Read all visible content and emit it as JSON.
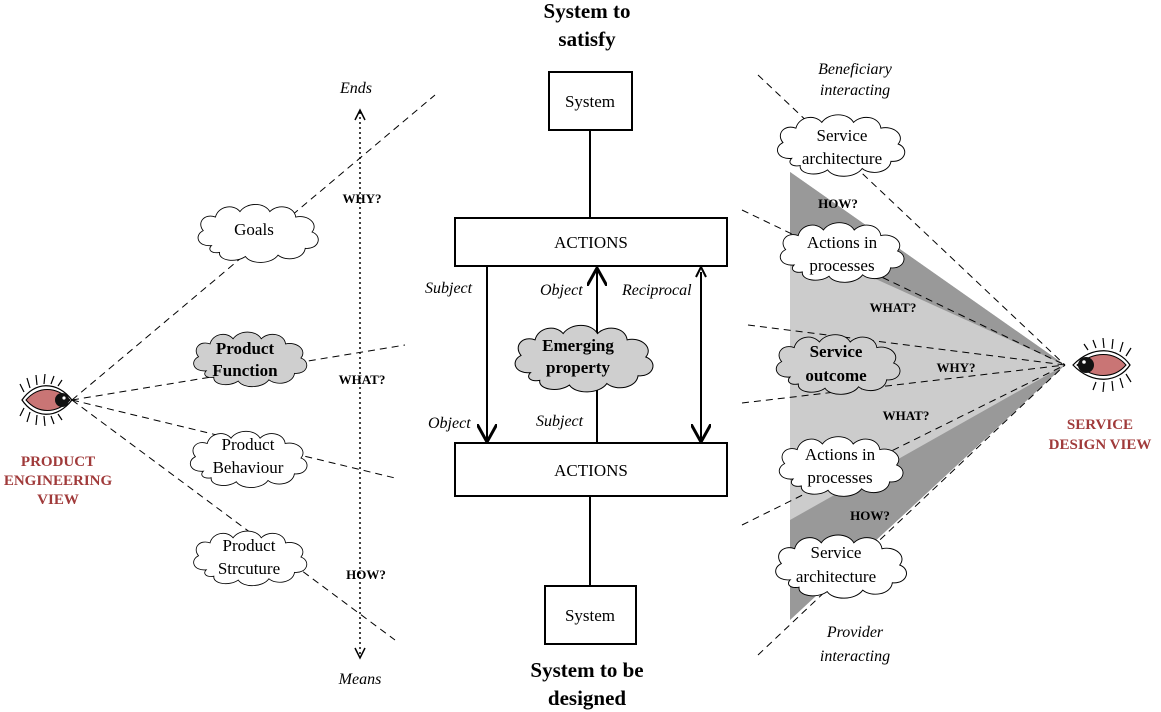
{
  "center": {
    "top_title": [
      "System to",
      "satisfy"
    ],
    "bottom_title": [
      "System to be",
      "designed"
    ],
    "system_top": "System",
    "system_bottom": "System",
    "actions_top": "ACTIONS",
    "actions_bottom": "ACTIONS",
    "emerging": [
      "Emerging",
      "property"
    ],
    "labels": {
      "subject_top": "Subject",
      "object_top": "Object",
      "reciprocal": "Reciprocal",
      "object_bottom": "Object",
      "subject_bottom": "Subject"
    }
  },
  "left": {
    "ends": "Ends",
    "means": "Means",
    "why": "WHY?",
    "what": "WHAT?",
    "how": "HOW?",
    "goals": "Goals",
    "function": [
      "Product",
      "Function"
    ],
    "behaviour": [
      "Product",
      "Behaviour"
    ],
    "structure": [
      "Product",
      "Strcuture"
    ],
    "view": [
      "PRODUCT",
      "ENGINEERING",
      "VIEW"
    ]
  },
  "right": {
    "beneficiary": [
      "Beneficiary",
      "interacting"
    ],
    "provider": [
      "Provider",
      "interacting"
    ],
    "arch_top": [
      "Service",
      "architecture"
    ],
    "actions_top": [
      "Actions in",
      "processes"
    ],
    "outcome": [
      "Service",
      "outcome"
    ],
    "actions_bottom": [
      "Actions in",
      "processes"
    ],
    "arch_bottom": [
      "Service",
      "architecture"
    ],
    "how_top": "HOW?",
    "what_top": "WHAT?",
    "why": "WHY?",
    "what_bottom": "WHAT?",
    "how_bottom": "HOW?",
    "view": [
      "SERVICE",
      "DESIGN VIEW"
    ]
  },
  "colors": {
    "view_label": "#a03a3a",
    "triangle_dark": "#999999",
    "triangle_light": "#cccccc",
    "eye_iris": "#c97575"
  }
}
